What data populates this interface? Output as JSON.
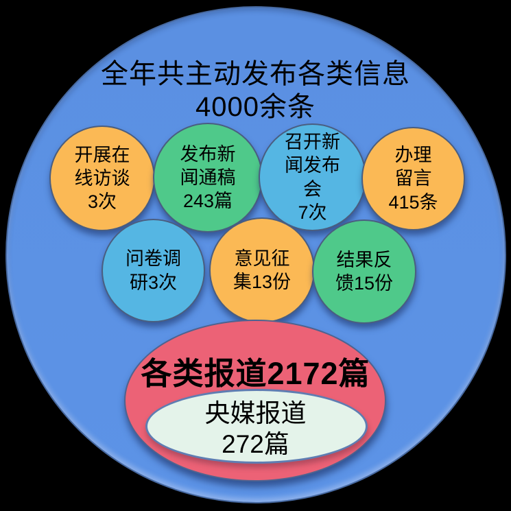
{
  "diagram": {
    "background_color": "#000000",
    "outer_circle": {
      "title": "全年共主动发布各类信息\n4000余条",
      "fill": "#5C93E6",
      "border_color": "#46689F"
    },
    "bubbles": [
      {
        "name": "online-interviews",
        "label": "开展在\n线访谈\n3次",
        "fill": "#FBB955"
      },
      {
        "name": "press-releases",
        "label": "发布新\n闻通稿\n243篇",
        "fill": "#4FC98A"
      },
      {
        "name": "press-conferences",
        "label": "召开新\n闻发布\n会\n7次",
        "fill": "#55B6E3"
      },
      {
        "name": "messages-handled",
        "label": "办理\n留言\n415条",
        "fill": "#FBB955"
      },
      {
        "name": "questionnaire-surveys",
        "label": "问卷调\n研3次",
        "fill": "#55B6E3"
      },
      {
        "name": "opinion-solicitation",
        "label": "意见征\n集13份",
        "fill": "#FBB955"
      },
      {
        "name": "result-feedback",
        "label": "结果反\n馈15份",
        "fill": "#4FC98A"
      }
    ],
    "reports_ellipse": {
      "label": "各类报道2172篇",
      "fill": "#EC6276"
    },
    "central_media_ellipse": {
      "label": "央媒报道\n272篇",
      "fill": "#E4F3EA",
      "border_color": "#5F7DB2"
    }
  }
}
